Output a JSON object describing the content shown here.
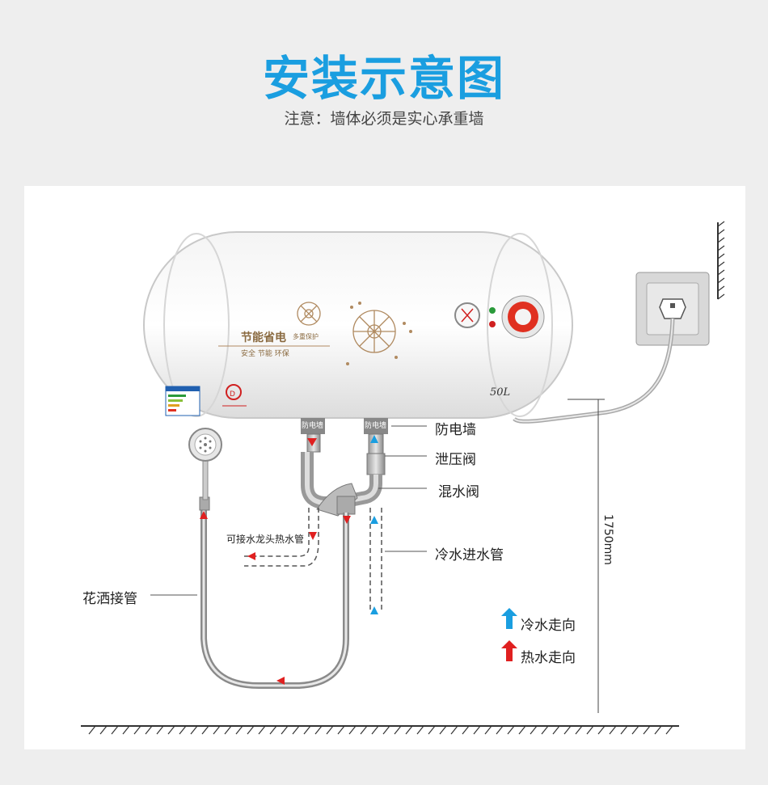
{
  "header": {
    "title": "安装示意图",
    "subtitle": "注意：墙体必须是实心承重墙"
  },
  "heater": {
    "brand_slogan": "节能省电",
    "brand_slogan_small": "多重保护",
    "features": "安全 节能 环保",
    "capacity": "50L",
    "pipe_tag_left": "防电墙",
    "pipe_tag_right": "防电墙"
  },
  "callouts": {
    "anti_electric_wall": "防电墙",
    "pressure_relief_valve": "泄压阀",
    "mixing_valve": "混水阀",
    "cold_water_inlet": "冷水进水管",
    "faucet_hot_water": "可接水龙头热水管",
    "shower_hose": "花洒接管",
    "height": "1750mm"
  },
  "legend": {
    "cold_label": "冷水走向",
    "hot_label": "热水走向",
    "cold_color": "#1a9ee0",
    "hot_color": "#e02020"
  }
}
